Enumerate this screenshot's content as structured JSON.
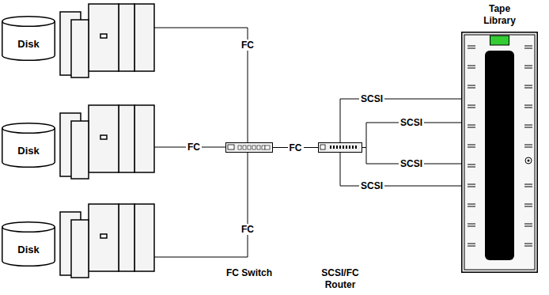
{
  "diagram": {
    "nodes": [
      {
        "text": [
          "Disk"
        ]
      },
      {
        "text": [
          "Disk"
        ]
      },
      {
        "text": [
          "Disk"
        ]
      },
      {
        "text": [
          "FC Switch"
        ]
      },
      {
        "text": [
          "SCSI/FC Router"
        ]
      },
      {
        "text": [
          "Tape Library"
        ]
      }
    ],
    "edges": [
      {
        "from": 3,
        "to": 4,
        "arrow": "none",
        "label": "FC"
      },
      {
        "from": 4,
        "to": 5,
        "arrow": "none",
        "label": "SCSI"
      },
      {
        "from": 4,
        "to": 5,
        "arrow": "none",
        "label": "SCSI"
      },
      {
        "from": 4,
        "to": 5,
        "arrow": "none",
        "label": "SCSI"
      },
      {
        "from": 4,
        "to": 5,
        "arrow": "none",
        "label": "SCSI"
      }
    ],
    "labels": [
      "FC",
      "FC",
      "FC"
    ]
  }
}
